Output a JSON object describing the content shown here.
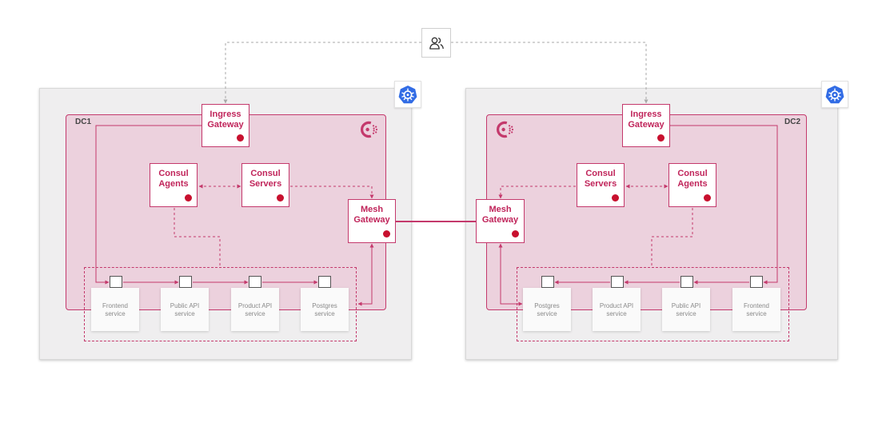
{
  "users": {
    "icon": "users-icon"
  },
  "datacenters": [
    {
      "label": "DC1",
      "ingress_gateway": {
        "line1": "Ingress",
        "line2": "Gateway"
      },
      "mesh_gateway": {
        "line1": "Mesh",
        "line2": "Gateway"
      },
      "consul_agents": {
        "line1": "Consul",
        "line2": "Agents"
      },
      "consul_servers": {
        "line1": "Consul",
        "line2": "Servers"
      },
      "services": [
        {
          "line1": "Frontend",
          "line2": "service"
        },
        {
          "line1": "Public API",
          "line2": "service"
        },
        {
          "line1": "Product API",
          "line2": "service"
        },
        {
          "line1": "Postgres",
          "line2": "service"
        }
      ]
    },
    {
      "label": "DC2",
      "ingress_gateway": {
        "line1": "Ingress",
        "line2": "Gateway"
      },
      "mesh_gateway": {
        "line1": "Mesh",
        "line2": "Gateway"
      },
      "consul_servers": {
        "line1": "Consul",
        "line2": "Servers"
      },
      "consul_agents": {
        "line1": "Consul",
        "line2": "Agents"
      },
      "services": [
        {
          "line1": "Postgres",
          "line2": "service"
        },
        {
          "line1": "Product API",
          "line2": "service"
        },
        {
          "line1": "Public API",
          "line2": "service"
        },
        {
          "line1": "Frontend",
          "line2": "service"
        }
      ]
    }
  ],
  "colors": {
    "consul": "#c4396c",
    "consul_text": "#c0245a",
    "region_fill": "#ecd1dd",
    "panel": "#efeeef",
    "status_dot": "#c8102e",
    "kubernetes": "#326ce5",
    "user_connector": "#a8a8a8"
  }
}
